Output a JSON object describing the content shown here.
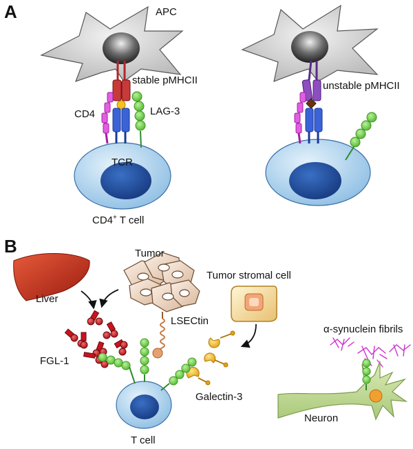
{
  "panel_a": {
    "letter": "A",
    "apc_label": "APC",
    "stable_label": "stable pMHCII",
    "unstable_label": "unstable pMHCII",
    "cd4_label": "CD4",
    "lag3_label": "LAG-3",
    "tcr_label": "TCR",
    "tcell_label_main": "CD4",
    "tcell_label_sup": "+",
    "tcell_label_rest": " T cell"
  },
  "panel_b": {
    "letter": "B",
    "tumor_label": "Tumor",
    "liver_label": "Liver",
    "stromal_label": "Tumor stromal cell",
    "lsectin_label": "LSECtin",
    "fgl1_label": "FGL-1",
    "galectin_label": "Galectin-3",
    "tcell_label": "T cell",
    "synuclein_label": "α-synuclein fibrils",
    "neuron_label": "Neuron"
  },
  "colors": {
    "cell_fill": "#bcdcf2",
    "nucleus": "#1f4f99",
    "apc_fill": "#d9d9d9",
    "mhc_stable": "#b0262a",
    "mhc_unstable": "#7b3aa6",
    "tcr": "#2a55c8",
    "cd4": "#d63ad6",
    "lag3": "#6fd34a",
    "fgl1": "#c8141e",
    "galectin": "#f2b81a",
    "liver": "#c0301e",
    "synuclein": "#cc33cc",
    "neuron": "#c5dc98"
  }
}
